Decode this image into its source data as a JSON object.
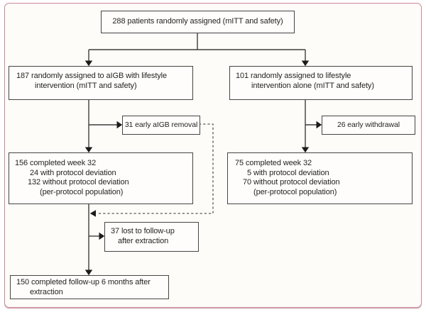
{
  "colors": {
    "frame_border": "#c9899a",
    "box_border": "#474443",
    "connector": "#3f3c3b",
    "dashed": "#5c5957",
    "background": "#fdfcf9",
    "box_bg": "#fefdfb",
    "text": "#231f20"
  },
  "boxes": {
    "randomized": {
      "text": "288 patients randomly assigned (mITT and safety)"
    },
    "aigb_arm": {
      "line1": "187 randomly assigned to aIGB with lifestyle",
      "line2": "intervention (mITT and safety)"
    },
    "lifestyle_arm": {
      "line1": "101 randomly assigned to lifestyle",
      "line2": "intervention alone (mITT and safety)"
    },
    "early_removal": {
      "text": "31 early aIGB removal"
    },
    "early_withdrawal": {
      "text": "26 early withdrawal"
    },
    "aigb_week32": {
      "line1": "156 completed week 32",
      "line2": "24 with protocol deviation",
      "line3": "132 without protocol deviation",
      "line4": "(per-protocol population)"
    },
    "lifestyle_week32": {
      "line1": "75 completed week 32",
      "line2": "5 with protocol deviation",
      "line3": "70 without protocol deviation",
      "line4": "(per-protocol population)"
    },
    "lost_followup": {
      "line1": "37 lost to follow-up",
      "line2": "after extraction"
    },
    "completed_followup": {
      "line1": "150 completed follow-up 6 months after",
      "line2": "extraction"
    }
  }
}
